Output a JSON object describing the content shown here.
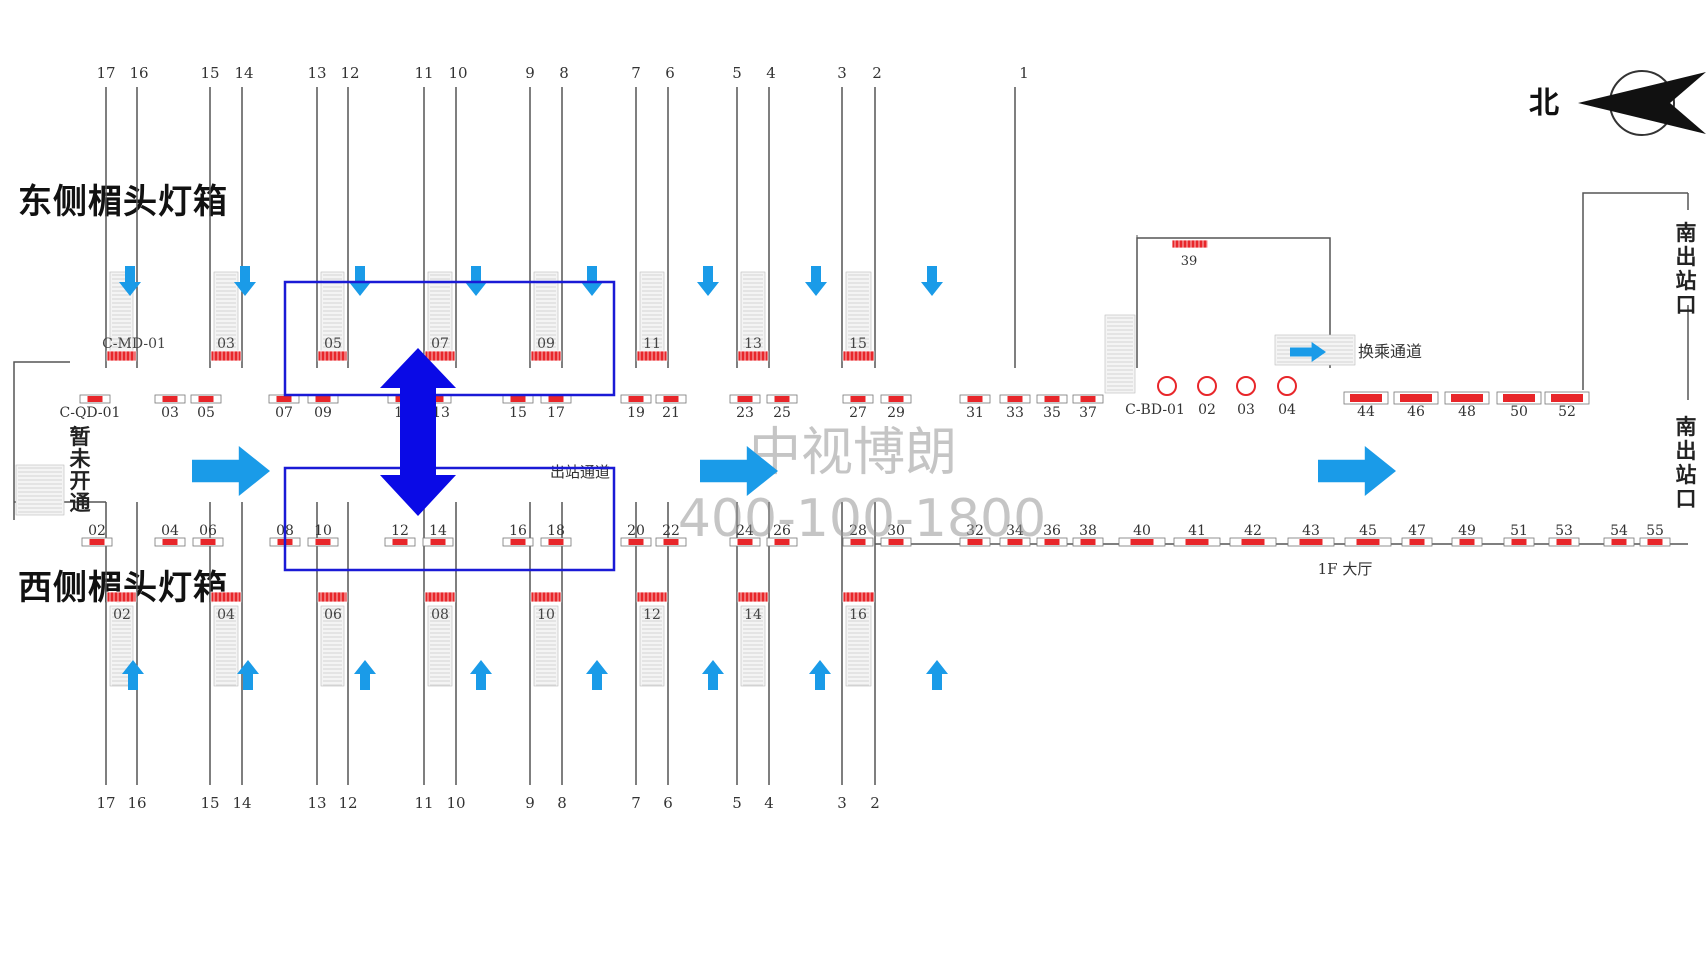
{
  "titles": {
    "east": "东侧楣头灯箱",
    "west": "西侧楣头灯箱"
  },
  "compass": {
    "label": "北"
  },
  "watermark": {
    "name": "中视博朗",
    "phone": "400-100-1800"
  },
  "labels": {
    "zone_not_open": "暂未开通",
    "exit_passage": "出站通道",
    "transfer_passage": "换乘通道",
    "south_exit_top": "南出站口",
    "south_exit_bottom": "南出站口",
    "hall": "1F 大厅",
    "c_md": "C-MD-01",
    "c_qd": "C-QD-01",
    "c_bd": "C-BD-01"
  },
  "track_numbers_top": [
    "17",
    "16",
    "15",
    "14",
    "13",
    "12",
    "11",
    "10",
    "9",
    "8",
    "7",
    "6",
    "5",
    "4",
    "3",
    "2",
    "1"
  ],
  "track_numbers_bottom": [
    "17",
    "16",
    "15",
    "14",
    "13",
    "12",
    "11",
    "10",
    "9",
    "8",
    "7",
    "6",
    "5",
    "4",
    "3",
    "2"
  ],
  "east_lintel_labels": [
    "03",
    "05",
    "07",
    "09",
    "11",
    "13",
    "15"
  ],
  "west_lintel_labels": [
    "02",
    "04",
    "06",
    "08",
    "10",
    "12",
    "14",
    "16"
  ],
  "north_row_labels": [
    "03",
    "05",
    "07",
    "09",
    "11",
    "13",
    "15",
    "17",
    "19",
    "21",
    "23",
    "25",
    "27",
    "29",
    "31",
    "33",
    "35",
    "37"
  ],
  "north_bd_labels": [
    "02",
    "03",
    "04"
  ],
  "north_east_labels": [
    "44",
    "46",
    "48",
    "50",
    "52"
  ],
  "north_39": "39",
  "south_row_labels": [
    "02",
    "04",
    "06",
    "08",
    "10",
    "12",
    "14",
    "16",
    "18",
    "20",
    "22",
    "24",
    "26",
    "28",
    "30",
    "32",
    "34",
    "36",
    "38",
    "40",
    "41",
    "42",
    "43",
    "45",
    "47",
    "49",
    "51",
    "53",
    "54",
    "55"
  ],
  "colors": {
    "arrow": "#1a9be8",
    "box": "#1a1ad6",
    "bigArrow": "#0a0ae6",
    "red": "#e8262a",
    "line": "#555555"
  }
}
